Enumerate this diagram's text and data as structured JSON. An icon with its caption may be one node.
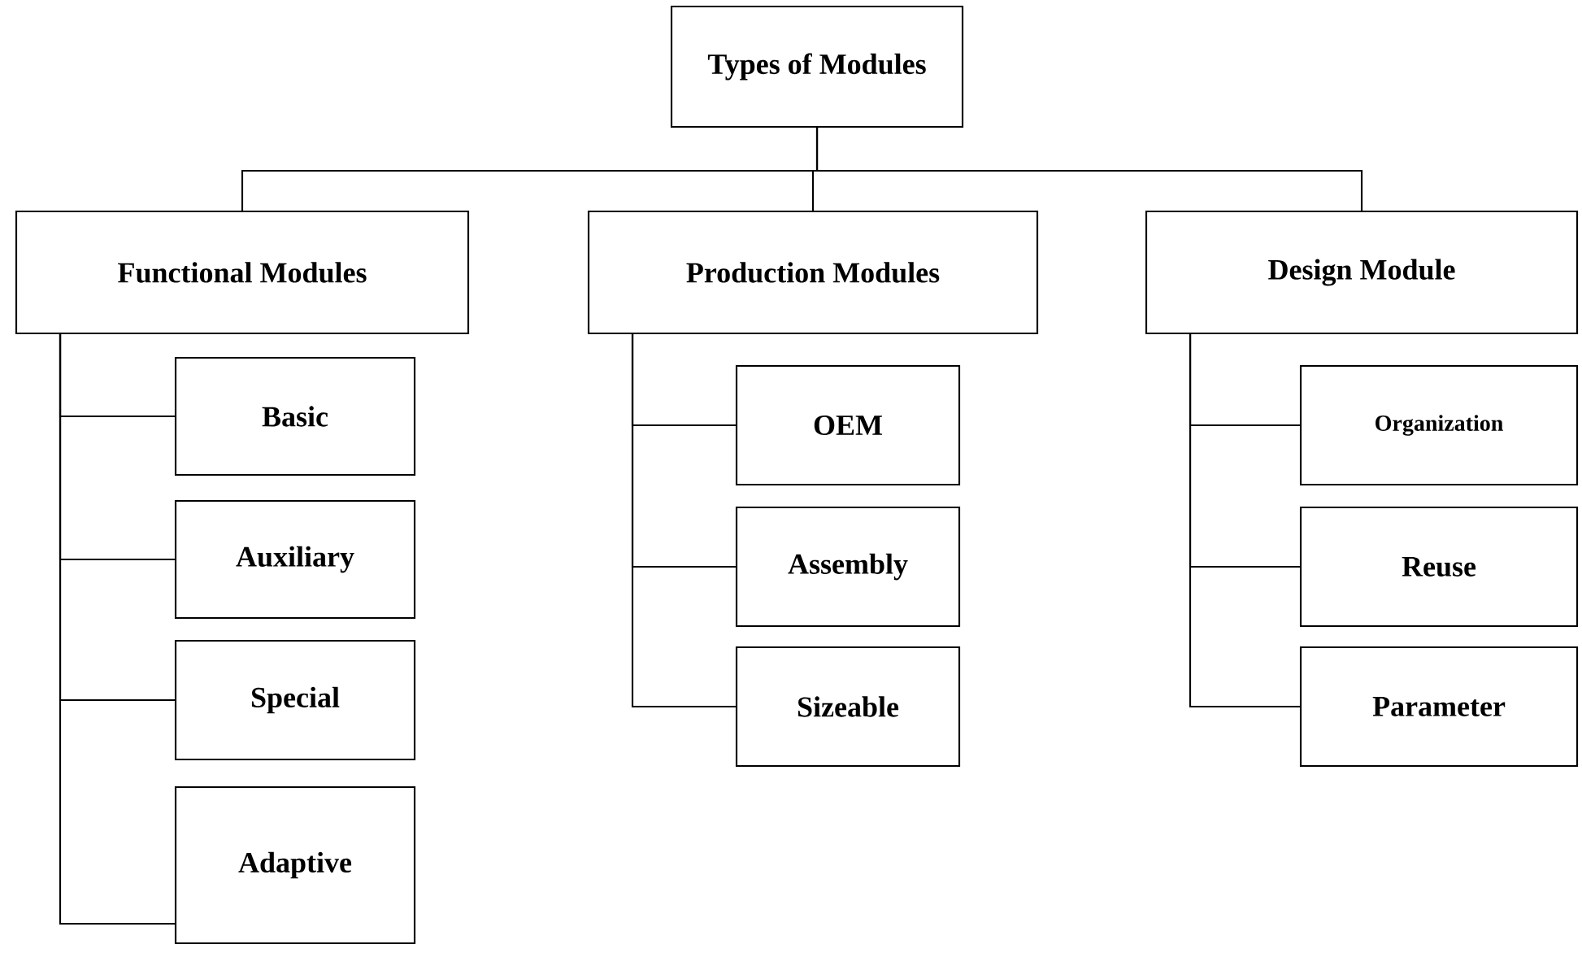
{
  "diagram": {
    "nodes": [
      {
        "text": [
          "Types of Modules"
        ]
      },
      {
        "text": [
          "Functional Modules"
        ]
      },
      {
        "text": [
          "Production Modules"
        ]
      },
      {
        "text": [
          "Design Module"
        ]
      },
      {
        "text": [
          "Basic"
        ]
      },
      {
        "text": [
          "Auxiliary"
        ]
      },
      {
        "text": [
          "Special"
        ]
      },
      {
        "text": [
          "Adaptive"
        ]
      },
      {
        "text": [
          "OEM"
        ]
      },
      {
        "text": [
          "Assembly"
        ]
      },
      {
        "text": [
          "Sizeable"
        ]
      },
      {
        "text": [
          "Organization"
        ]
      },
      {
        "text": [
          "Reuse"
        ]
      },
      {
        "text": [
          "Parameter"
        ]
      }
    ],
    "edges": [
      {
        "from": 0,
        "to": 1,
        "arrow": "none"
      },
      {
        "from": 0,
        "to": 2,
        "arrow": "none"
      },
      {
        "from": 0,
        "to": 3,
        "arrow": "none"
      },
      {
        "from": 1,
        "to": 4,
        "arrow": "none"
      },
      {
        "from": 1,
        "to": 5,
        "arrow": "none"
      },
      {
        "from": 1,
        "to": 6,
        "arrow": "none"
      },
      {
        "from": 1,
        "to": 7,
        "arrow": "none"
      },
      {
        "from": 2,
        "to": 8,
        "arrow": "none"
      },
      {
        "from": 2,
        "to": 9,
        "arrow": "none"
      },
      {
        "from": 2,
        "to": 10,
        "arrow": "none"
      },
      {
        "from": 3,
        "to": 11,
        "arrow": "none"
      },
      {
        "from": 3,
        "to": 12,
        "arrow": "none"
      },
      {
        "from": 3,
        "to": 13,
        "arrow": "none"
      }
    ]
  }
}
